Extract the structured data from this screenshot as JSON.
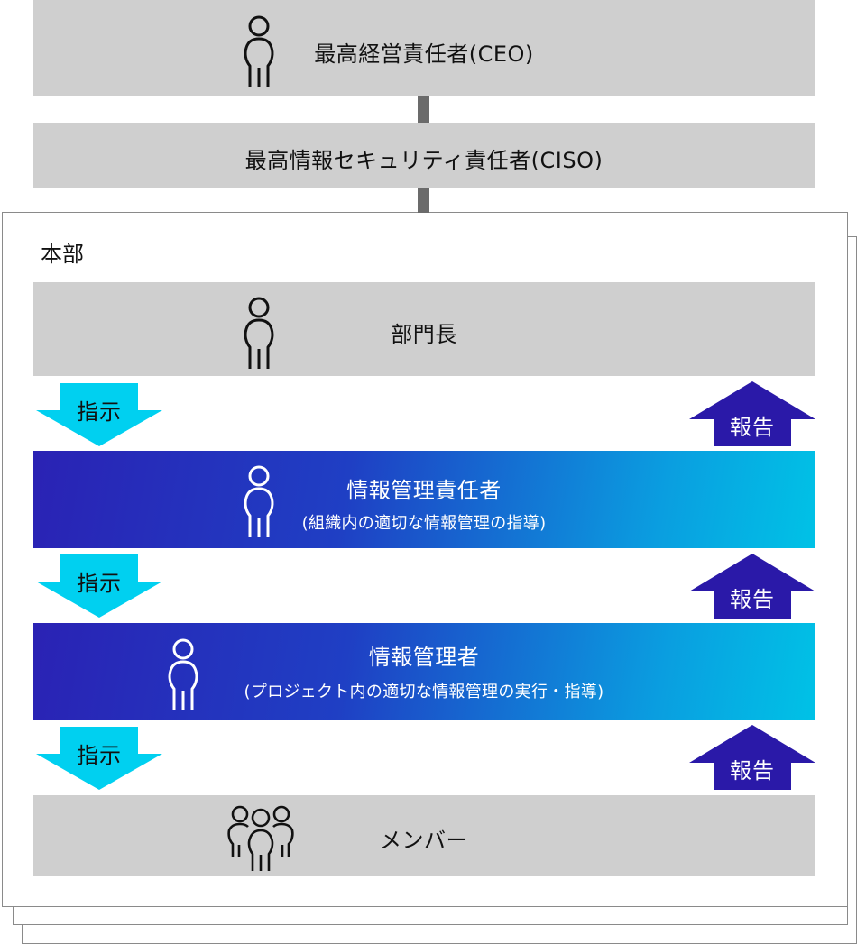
{
  "ceo": {
    "label": "最高経営責任者(CEO)"
  },
  "ciso": {
    "label": "最高情報セキュリティ責任者(CISO)"
  },
  "hq": {
    "label": "本部"
  },
  "dept_head": {
    "label": "部門長"
  },
  "info_mgmt_officer": {
    "title": "情報管理責任者",
    "subtitle": "(組織内の適切な情報管理の指導)"
  },
  "info_manager": {
    "title": "情報管理者",
    "subtitle": "(プロジェクト内の適切な情報管理の実行・指導)"
  },
  "members": {
    "label": "メンバー"
  },
  "arrows": {
    "instruction": "指示",
    "report": "報告"
  },
  "colors": {
    "gray_bar": "#cfcfcf",
    "connector": "#6b6b6b",
    "instruction_arrow": "#00d0f0",
    "report_arrow": "#2a19a8",
    "gradient_start": "#2a22b4",
    "gradient_end": "#00c2e6"
  },
  "icons": [
    "person-icon",
    "group-icon",
    "down-arrow",
    "up-arrow"
  ]
}
